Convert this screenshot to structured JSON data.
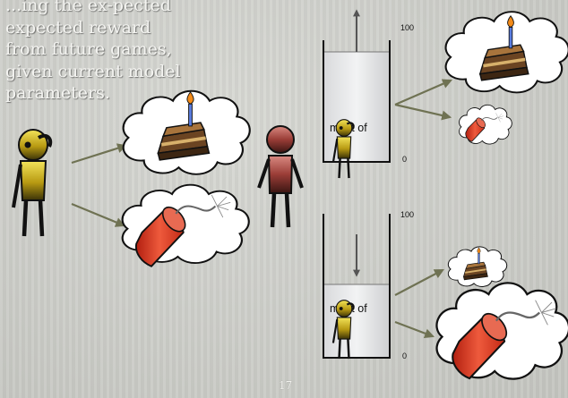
{
  "slide": {
    "body_text": "...ing the ex-pected expected reward from future games, given current model parameters.",
    "page_number": "17"
  },
  "meters": [
    {
      "label": "merit of",
      "scale_max": "100",
      "scale_min": "0",
      "arrow": "up"
    },
    {
      "label": "merit of",
      "scale_max": "100",
      "scale_min": "0",
      "arrow": "down"
    }
  ],
  "colors": {
    "background": "#c9cac5",
    "arrow": "#6f7253",
    "agent_yellow": "#c9b320",
    "opponent_red": "#a24a44",
    "dynamite": "#d43a22",
    "cake": "#8b5a2b"
  }
}
